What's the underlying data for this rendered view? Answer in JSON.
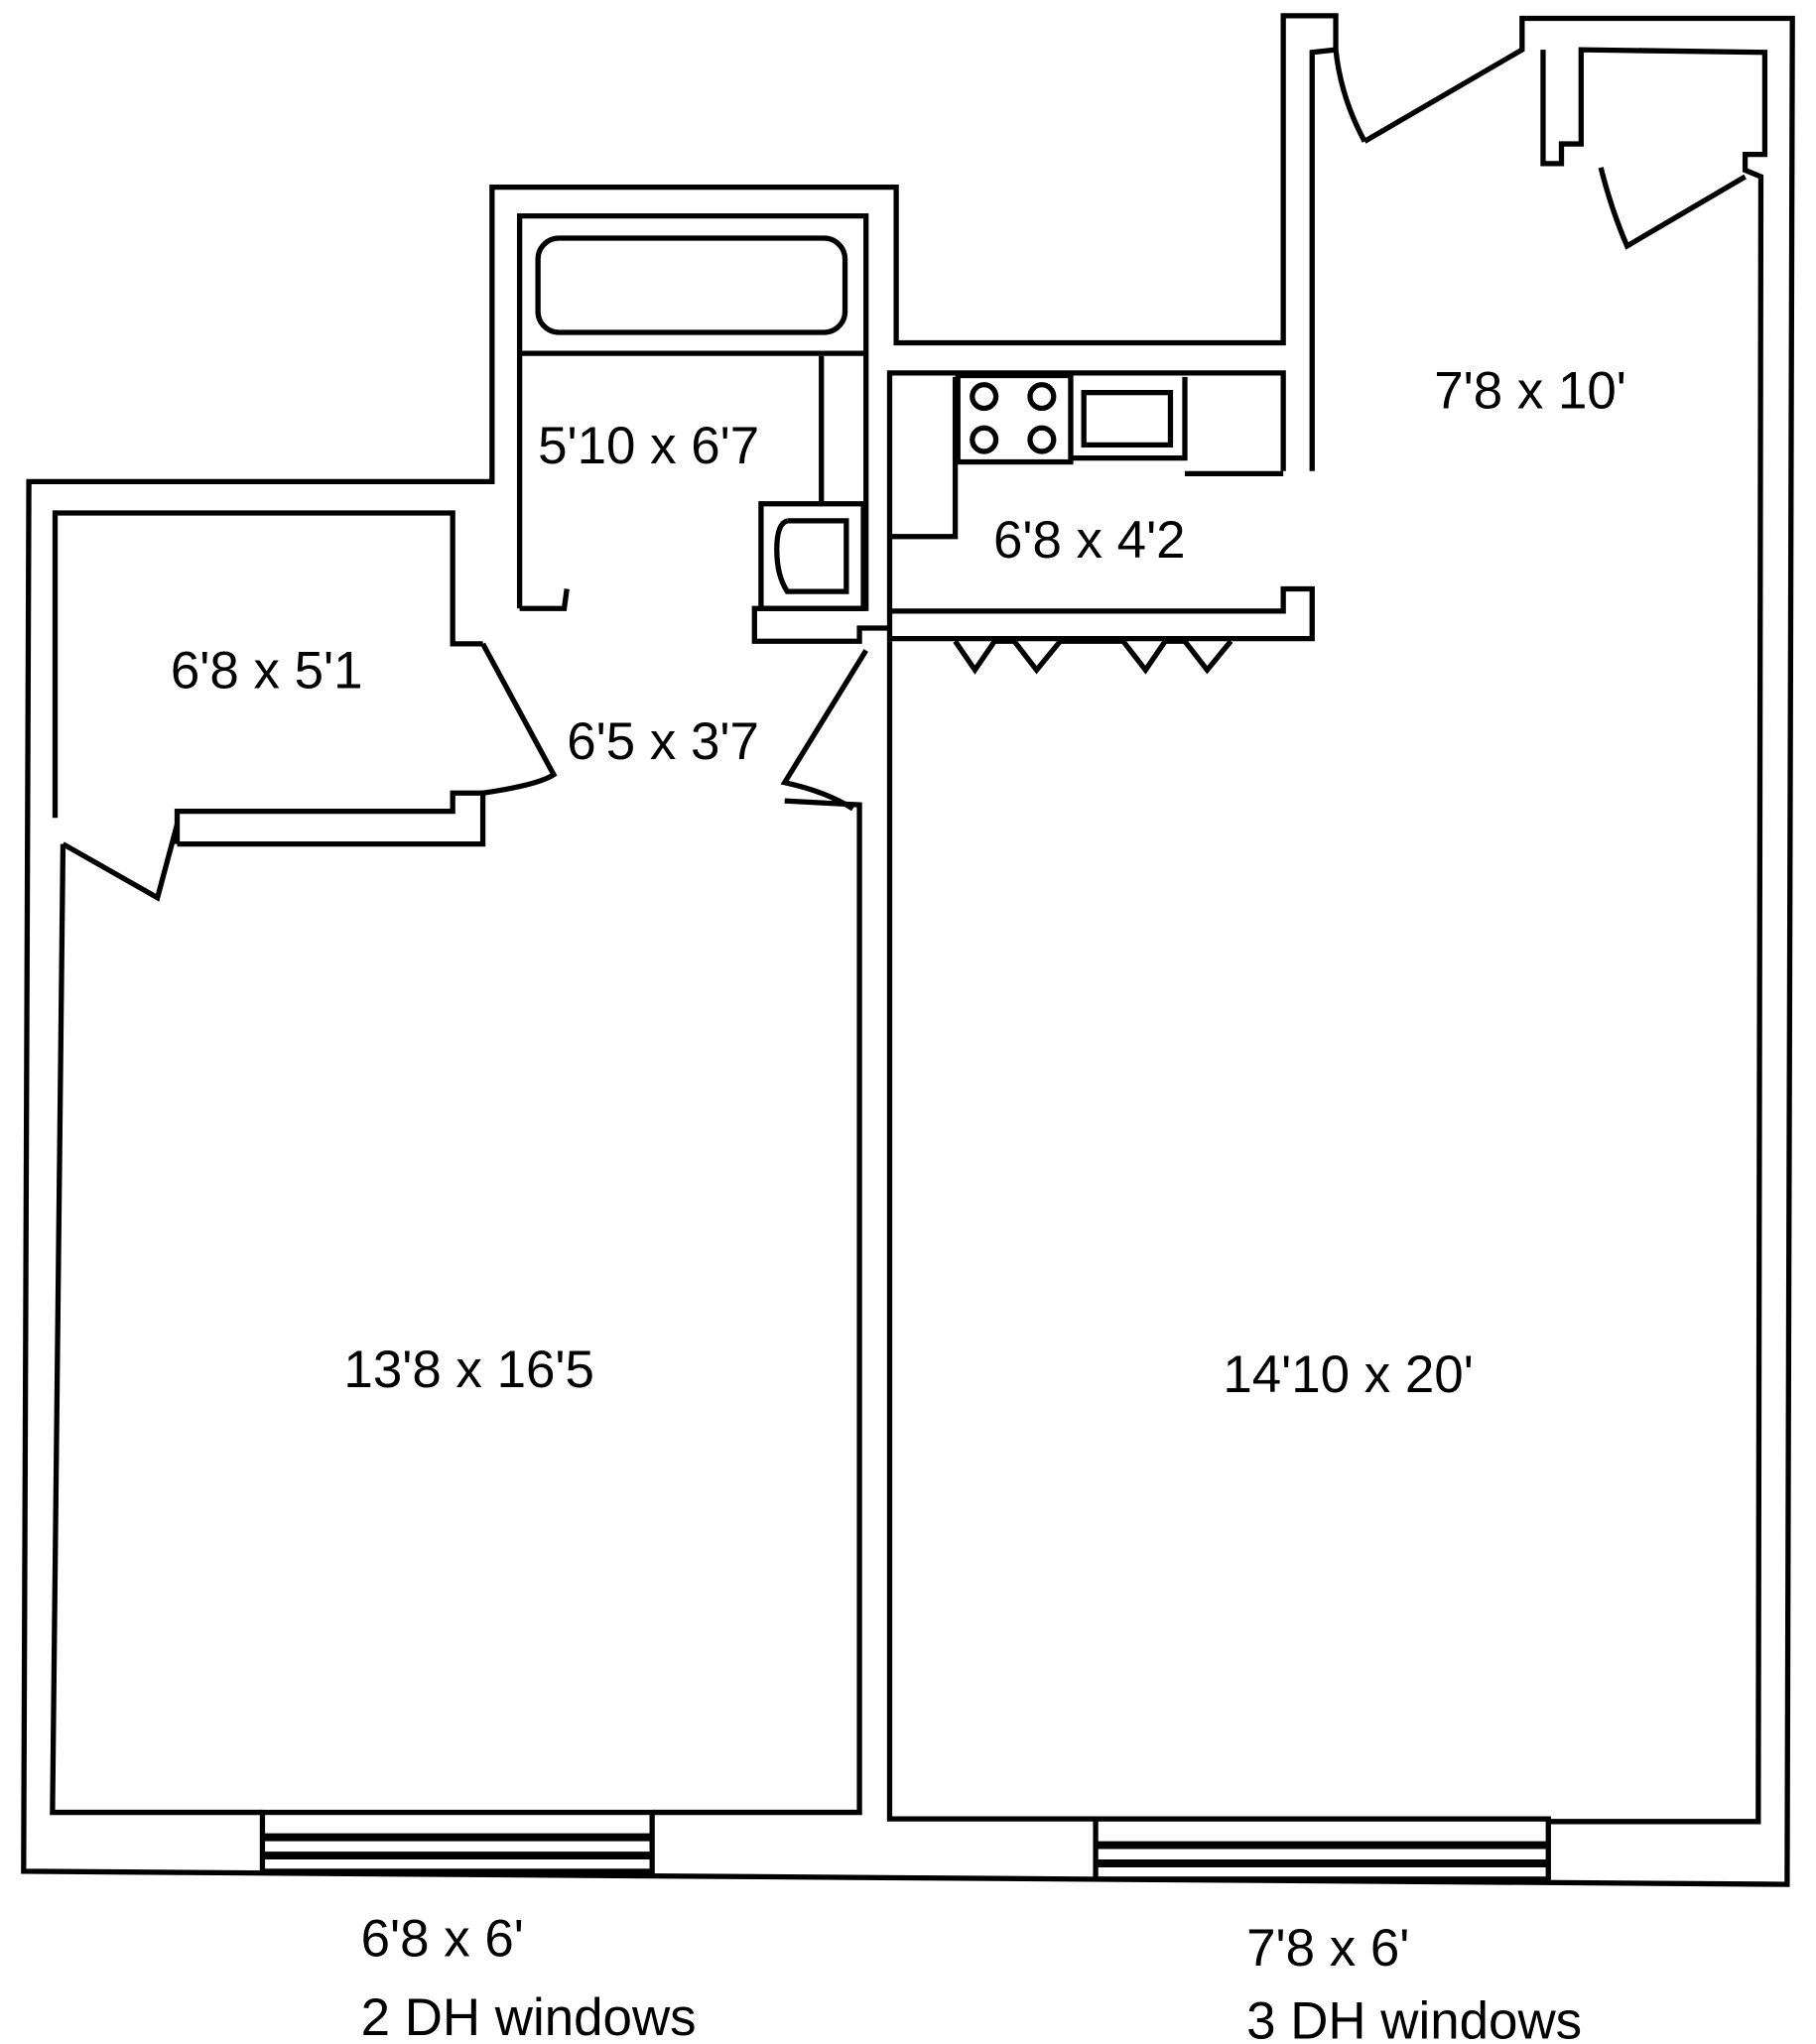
{
  "rooms": {
    "bath": "5'10 x 6'7",
    "kitchen": "6'8 x 4'2",
    "foyer_closet": "7'8 x 10'",
    "closet": "6'8 x 5'1",
    "hall": "6'5 x 3'7",
    "bedroom": "13'8 x 16'5",
    "living": "14'10 x 20'"
  },
  "windows": {
    "left_size": "6'8 x 6'",
    "left_desc": "2 DH windows",
    "right_size": "7'8 x 6'",
    "right_desc": "3 DH windows"
  }
}
